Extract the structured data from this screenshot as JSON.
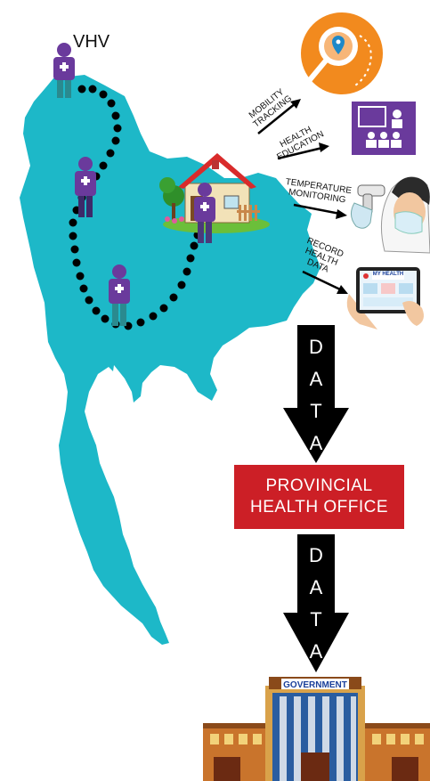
{
  "vhv_label": "VHV",
  "activities": [
    {
      "label": "MOBILITY\nTRACKING",
      "icon": "location-search-icon"
    },
    {
      "label": "HEALTH\nEDUCATION",
      "icon": "teaching-presentation-icon"
    },
    {
      "label": "TEMPERATURE\nMONITORING",
      "icon": "thermometer-gun-icon"
    },
    {
      "label": "RECORD\nHEALTH\nDATA",
      "icon": "health-tablet-icon"
    }
  ],
  "tablet_header": "MY HEALTH",
  "data_arrow_1": [
    "D",
    "A",
    "T",
    "A"
  ],
  "data_arrow_2": [
    "D",
    "A",
    "T",
    "A"
  ],
  "office": {
    "line1": "PROVINCIAL",
    "line2": "HEALTH OFFICE"
  },
  "government_sign": "GOVERNMENT",
  "colors": {
    "map": "#1db8c8",
    "vhv_uniform": "#6a3a9c",
    "office_box": "#cc1f26",
    "arrow": "#000000",
    "mobility_icon": "#f28a1e",
    "education_icon": "#6a3a9c"
  }
}
